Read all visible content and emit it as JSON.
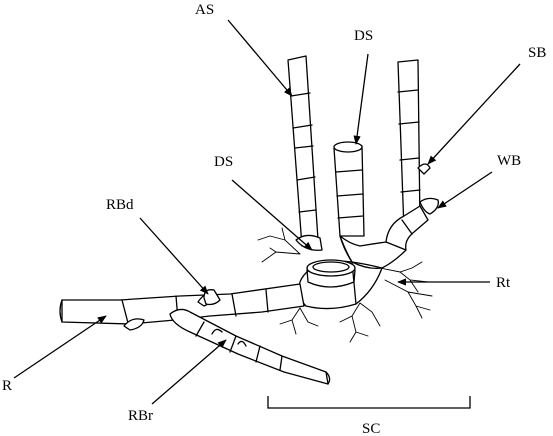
{
  "labels": {
    "as": "AS",
    "ds_top": "DS",
    "sb": "SB",
    "ds_mid": "DS",
    "wb": "WB",
    "rbd": "RBd",
    "rt": "Rt",
    "r": "R",
    "rbr": "RBr",
    "sc": "SC"
  }
}
